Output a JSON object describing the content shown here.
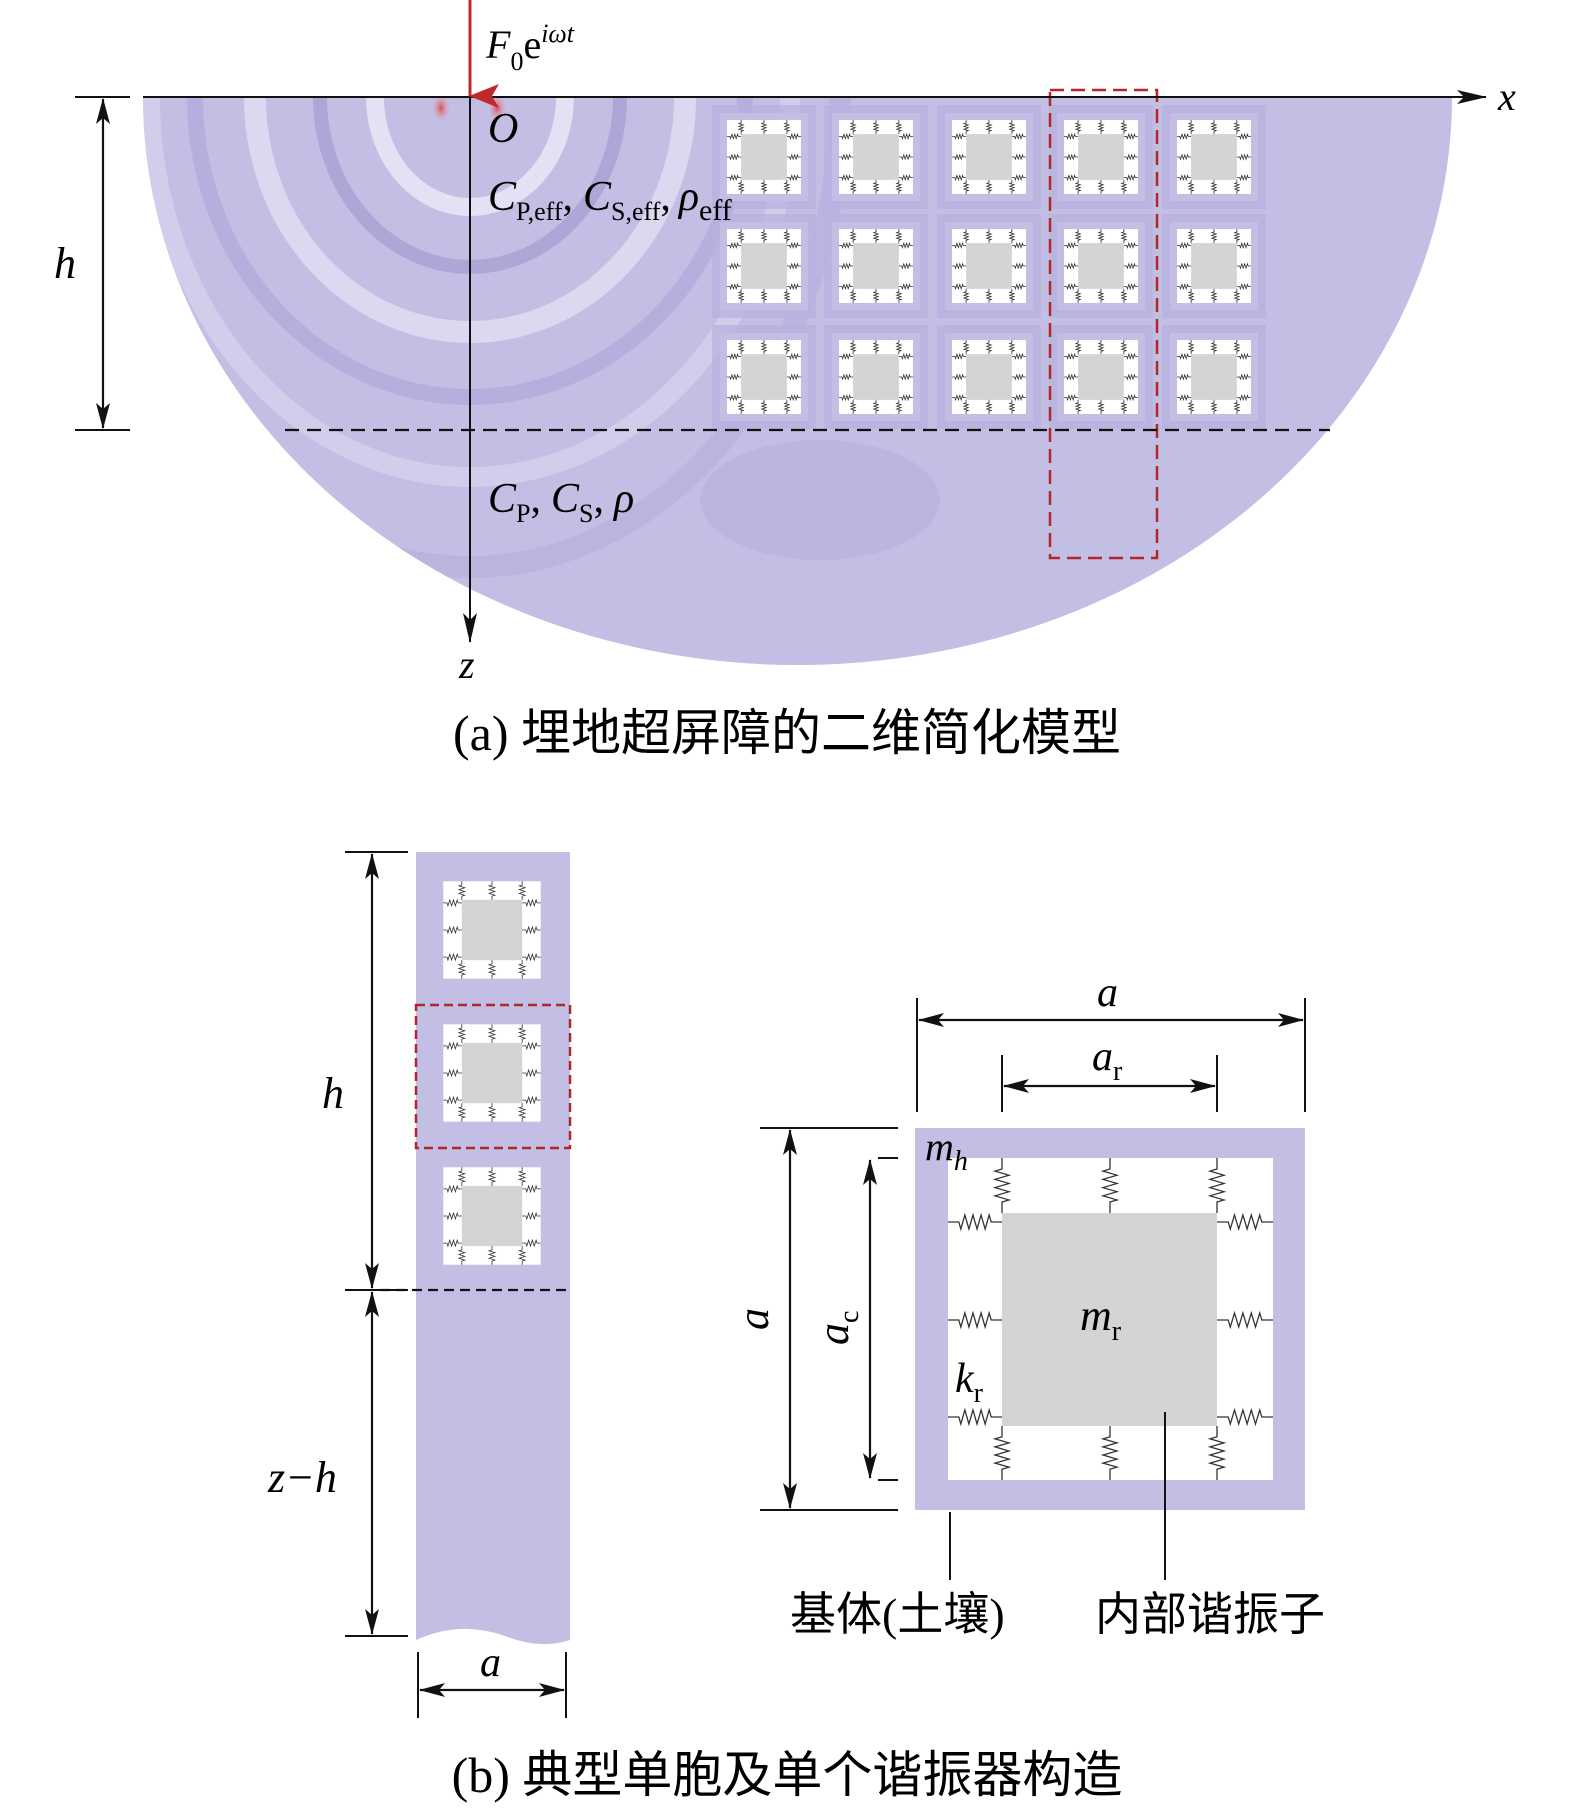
{
  "figure_a": {
    "force": {
      "main": "F",
      "sub": "0",
      "base": "e",
      "sup": "iωt"
    },
    "origin": "O",
    "x_axis": "x",
    "z_axis": "z",
    "h_label": "h",
    "upper_props": {
      "cp": "C",
      "cp_sub": "P,eff",
      "sep1": ",",
      "cs": "C",
      "cs_sub": "S,eff",
      "sep2": ",",
      "rho": "ρ",
      "rho_sub": "eff"
    },
    "lower_props": {
      "cp": "C",
      "cp_sub": "P",
      "sep1": ",",
      "cs": "C",
      "cs_sub": "S",
      "sep2": ",",
      "rho": "ρ"
    },
    "caption": "(a) 埋地超屏障的二维简化模型"
  },
  "figure_b": {
    "h_label": "h",
    "zh_label": "z−h",
    "a_bottom": "a",
    "cell": {
      "a_top": "a",
      "ar": "a",
      "ar_sub": "r",
      "a_left": "a",
      "ac": "a",
      "ac_sub": "c",
      "mh": "m",
      "mh_sub": "h",
      "mr": "m",
      "mr_sub": "r",
      "kr": "k",
      "kr_sub": "r"
    },
    "matrix_label": "基体(土壤)",
    "resonator_label": "内部谐振子",
    "caption": "(b) 典型单胞及单个谐振器构造"
  },
  "colors": {
    "soil": "#c3bee3",
    "mass": "#d4d4d4",
    "force_arrow": "#c0292c",
    "dashed_box": "#b3262c",
    "line": "#111111"
  }
}
